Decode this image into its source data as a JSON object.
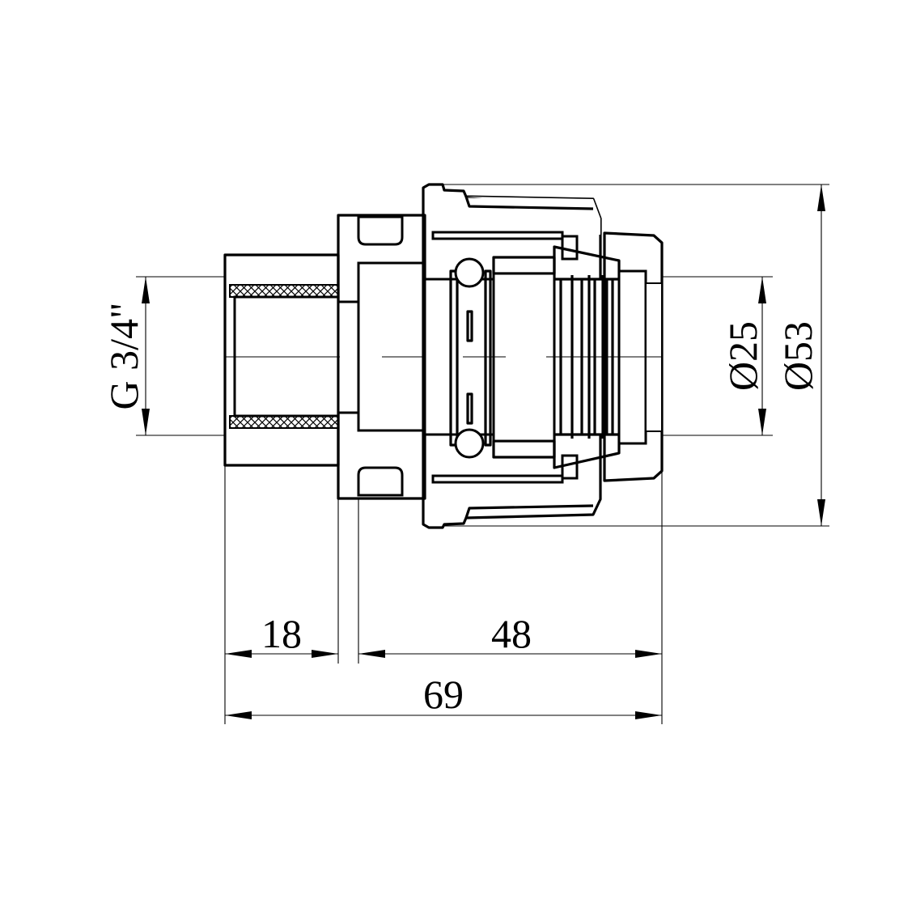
{
  "drawing": {
    "title": "Compression fitting with female thread – section view",
    "colors": {
      "line": "#000000",
      "background": "#ffffff"
    }
  },
  "dimensions": {
    "thread": "G 3/4\"",
    "inner_diameter": "Ø25",
    "outer_diameter": "Ø53",
    "thread_length": "18",
    "body_length": "48",
    "total_length": "69"
  }
}
